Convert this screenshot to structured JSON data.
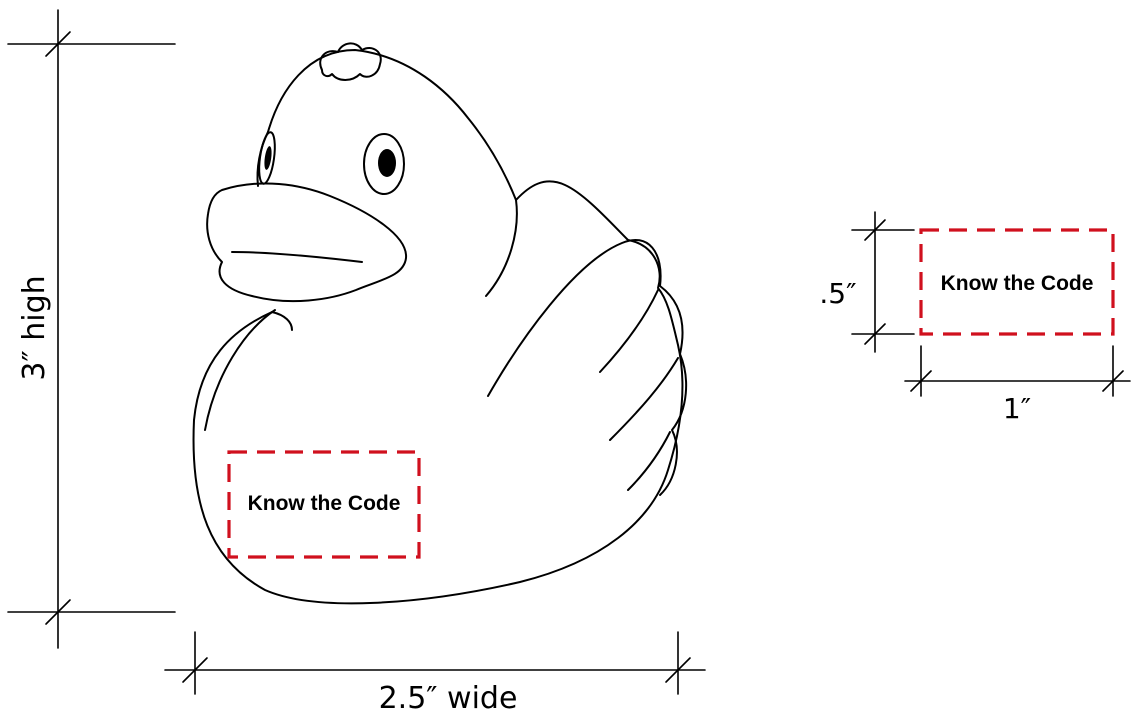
{
  "dimensions": {
    "height_label": "3″ high",
    "width_label": "2.5″ wide",
    "box_height_label": ".5″",
    "box_width_label": "1″"
  },
  "duck_label": {
    "text": "Know the Code"
  },
  "detail_label": {
    "text": "Know the Code"
  },
  "colors": {
    "dashed_box": "#d0101e",
    "beak": "#d6d6d6",
    "outline": "#000000"
  }
}
